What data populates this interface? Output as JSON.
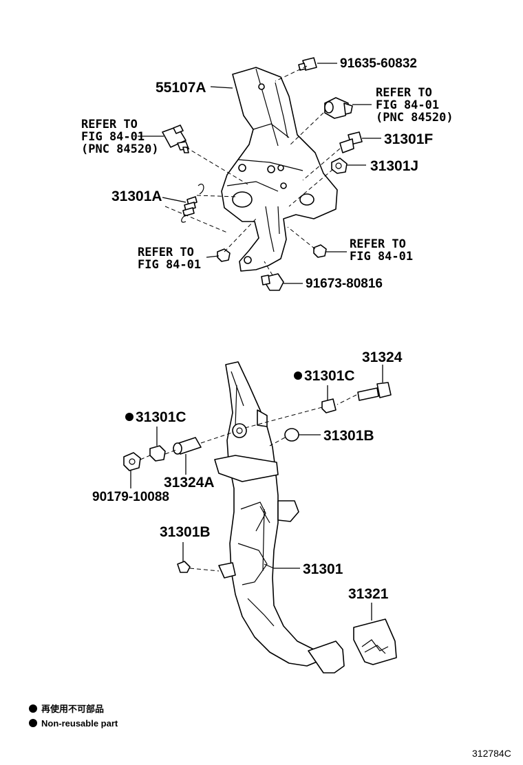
{
  "labels": {
    "p91635": "91635-60832",
    "p55107a": "55107A",
    "ref_left_1": "REFER TO",
    "ref_left_2": "FIG 84-01",
    "ref_left_3": "(PNC 84520)",
    "ref_right_1": "REFER TO",
    "ref_right_2": "FIG 84-01",
    "ref_right_3": "(PNC 84520)",
    "p31301f": "31301F",
    "p31301j": "31301J",
    "p31301a": "31301A",
    "ref_lower_left_1": "REFER TO",
    "ref_lower_left_2": "FIG 84-01",
    "ref_lower_right_1": "REFER TO",
    "ref_lower_right_2": "FIG 84-01",
    "p91673": "91673-80816",
    "p31324": "31324",
    "p31301c_right": "31301C",
    "p31301c_left": "31301C",
    "p31301b_right": "31301B",
    "p31324a": "31324A",
    "p90179": "90179-10088",
    "p31301b_left": "31301B",
    "p31301": "31301",
    "p31321": "31321"
  },
  "legend": {
    "line1": "再使用不可部品",
    "line2": "Non-reusable part"
  },
  "diagram_code": "312784C"
}
